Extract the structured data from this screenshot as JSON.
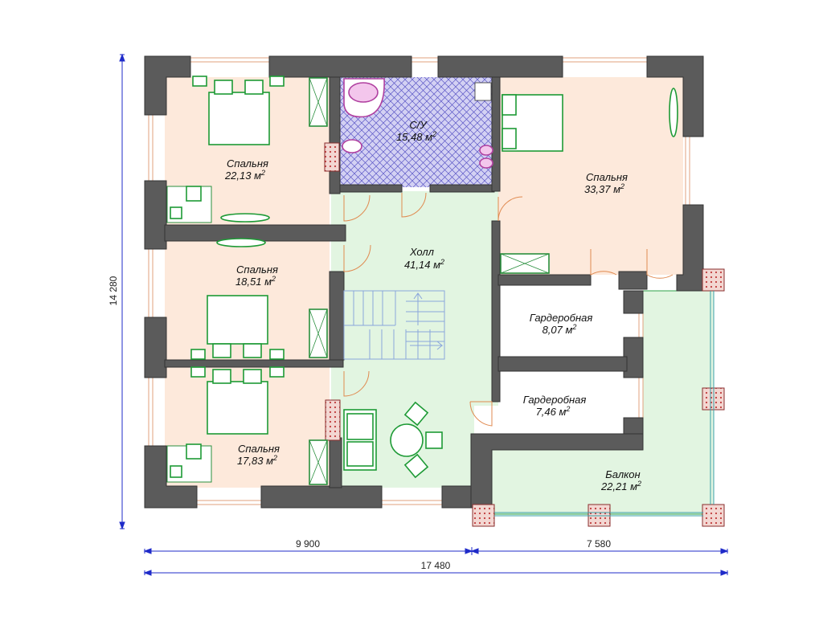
{
  "rooms": [
    {
      "id": "bedroom1",
      "name": "Спальня",
      "area": "22,13 м",
      "sup": "2"
    },
    {
      "id": "bathroom",
      "name": "С/У",
      "area": "15,48 м",
      "sup": "2"
    },
    {
      "id": "bedroom2",
      "name": "Спальня",
      "area": "33,37 м",
      "sup": "2"
    },
    {
      "id": "bedroom3",
      "name": "Спальня",
      "area": "18,51 м",
      "sup": "2"
    },
    {
      "id": "hall",
      "name": "Холл",
      "area": "41,14 м",
      "sup": "2"
    },
    {
      "id": "wardrobe1",
      "name": "Гардеробная",
      "area": "8,07 м",
      "sup": "2"
    },
    {
      "id": "wardrobe2",
      "name": "Гардеробная",
      "area": "7,46 м",
      "sup": "2"
    },
    {
      "id": "bedroom4",
      "name": "Спальня",
      "area": "17,83 м",
      "sup": "2"
    },
    {
      "id": "balcony",
      "name": "Балкон",
      "area": "22,21 м",
      "sup": "2"
    }
  ],
  "dimensions": {
    "height": "14 280",
    "width_left": "9 900",
    "width_right": "7 580",
    "width_total": "17 480"
  },
  "colors": {
    "wall": "#5b5b5b",
    "bedroom_floor": "#fde9db",
    "hall_floor": "#e2f5e1",
    "bath_tile": "#c9c6ef",
    "furniture": "#1d9a35",
    "dimension_line": "#1f2bc9",
    "column": "#c05353"
  }
}
